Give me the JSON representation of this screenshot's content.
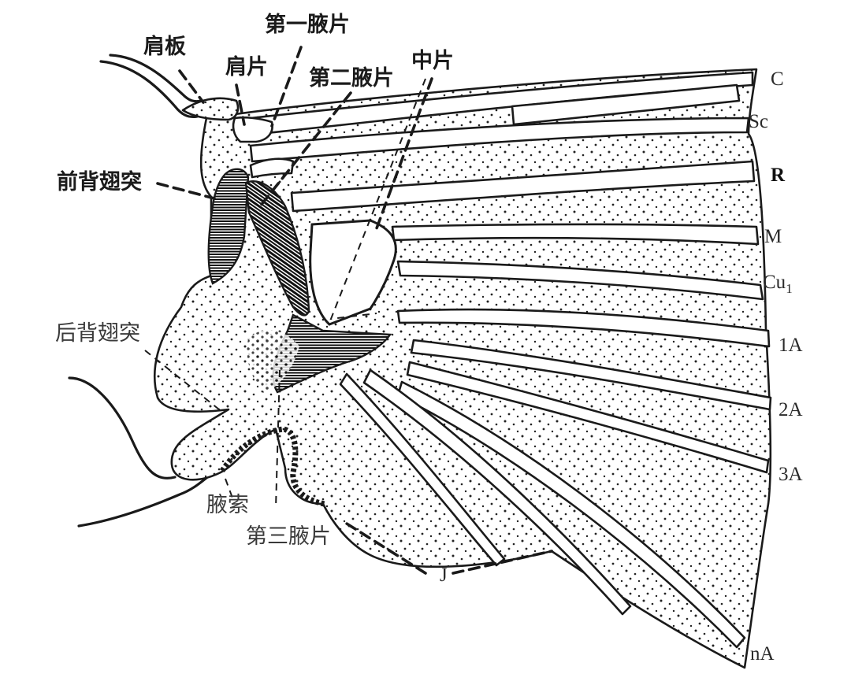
{
  "labels": {
    "jianban": "肩板",
    "jianpian": "肩片",
    "di_yi_yepian": "第一腋片",
    "di_er_yepian": "第二腋片",
    "zhongpian": "中片",
    "qian_bei_chitu": "前背翅突",
    "hou_bei_chitu": "后背翅突",
    "yesuo": "腋索",
    "di_san_yepian": "第三腋片"
  },
  "veins": {
    "C": "C",
    "Sc": "Sc",
    "R": "R",
    "M": "M",
    "Cu1": "Cu",
    "Cu1_sub": "1",
    "A1": "1A",
    "A2": "2A",
    "A3": "3A",
    "nA": "nA",
    "J": "J"
  },
  "colors": {
    "ink": "#1a1a1a",
    "paper": "#ffffff"
  }
}
